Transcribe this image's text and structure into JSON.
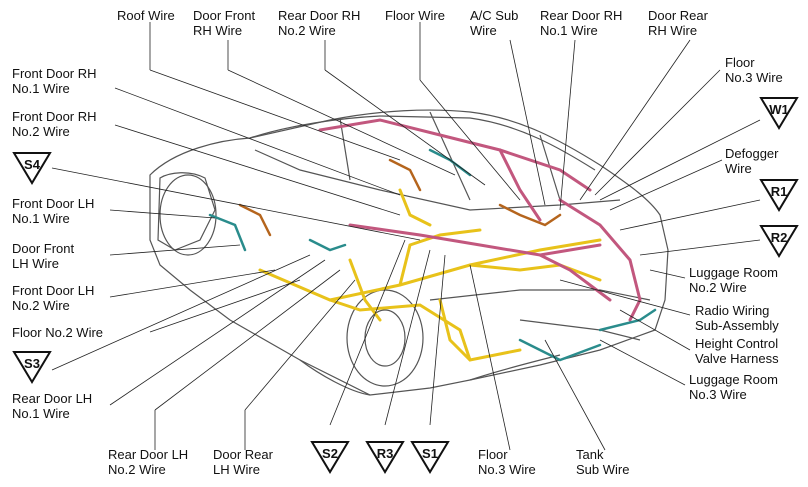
{
  "labels": {
    "roof_wire": "Roof Wire",
    "door_front_rh_wire": [
      "Door Front",
      "RH Wire"
    ],
    "rear_door_rh_no2_wire": [
      "Rear Door RH",
      "No.2 Wire"
    ],
    "floor_wire": "Floor Wire",
    "ac_sub_wire": [
      "A/C Sub",
      "Wire"
    ],
    "rear_door_rh_no1_wire": [
      "Rear Door RH",
      "No.1 Wire"
    ],
    "door_rear_rh_wire": [
      "Door Rear",
      "RH Wire"
    ],
    "floor_no3_wire_top": [
      "Floor",
      "No.3 Wire"
    ],
    "defogger_wire": [
      "Defogger",
      "Wire"
    ],
    "front_door_rh_no1_wire": [
      "Front Door RH",
      "No.1 Wire"
    ],
    "front_door_rh_no2_wire": [
      "Front Door RH",
      "No.2 Wire"
    ],
    "front_door_lh_no1_wire": [
      "Front Door LH",
      "No.1 Wire"
    ],
    "door_front_lh_wire": [
      "Door Front",
      "LH Wire"
    ],
    "front_door_lh_no2_wire": [
      "Front Door LH",
      "No.2 Wire"
    ],
    "floor_no2_wire": "Floor No.2 Wire",
    "rear_door_lh_no1_wire": [
      "Rear Door LH",
      "No.1 Wire"
    ],
    "luggage_room_no2_wire": [
      "Luggage Room",
      "No.2 Wire"
    ],
    "radio_wiring_sub_assembly": [
      "Radio Wiring",
      "Sub-Assembly"
    ],
    "height_control_valve_harness": [
      "Height Control",
      "Valve Harness"
    ],
    "luggage_room_no3_wire": [
      "Luggage Room",
      "No.3 Wire"
    ],
    "rear_door_lh_no2_wire": [
      "Rear Door LH",
      "No.2 Wire"
    ],
    "door_rear_lh_wire": [
      "Door Rear",
      "LH Wire"
    ],
    "floor_no3_wire_bottom": [
      "Floor",
      "No.3 Wire"
    ],
    "tank_sub_wire": [
      "Tank",
      "Sub Wire"
    ]
  },
  "markers": {
    "w1": "W1",
    "r1": "R1",
    "r2": "R2",
    "s4": "S4",
    "s3": "S3",
    "s2": "S2",
    "r3": "R3",
    "s1": "S1"
  },
  "colors": {
    "harness_yellow": "#e8c21a",
    "harness_pink": "#c2577e",
    "harness_teal": "#2a8c8c",
    "harness_brown": "#b5651d",
    "body_outline": "#555555"
  }
}
